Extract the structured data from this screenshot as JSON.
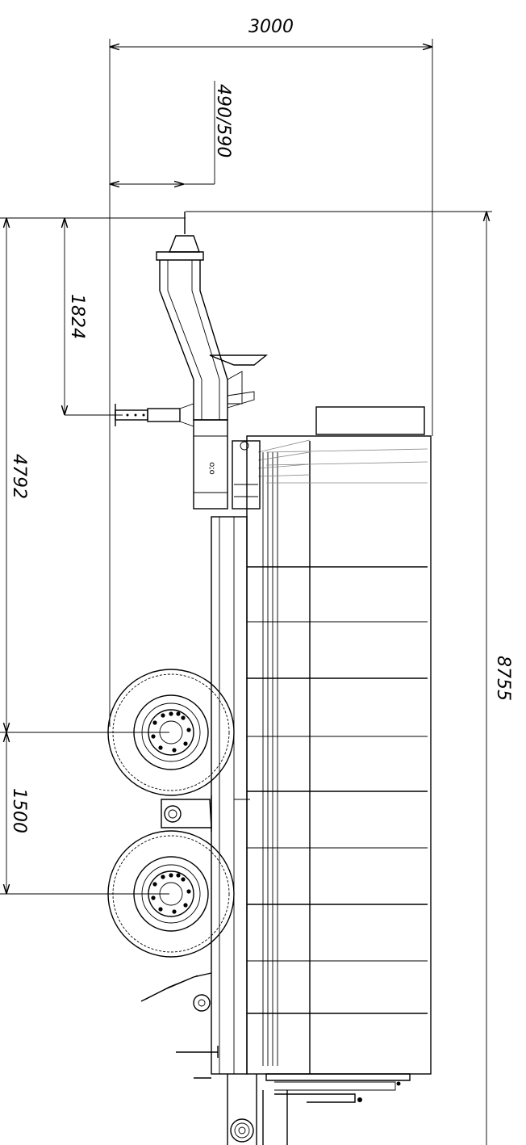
{
  "dimensions": {
    "overall_width": "3000",
    "hitch_offset": "490/590",
    "hitch_to_jack": "1824",
    "hitch_to_front_axle": "4792",
    "axle_spacing": "1500",
    "overall_length": "8755"
  },
  "icons": {
    "arrow": "dimension-arrowhead",
    "wheel": "wheel-icon"
  }
}
